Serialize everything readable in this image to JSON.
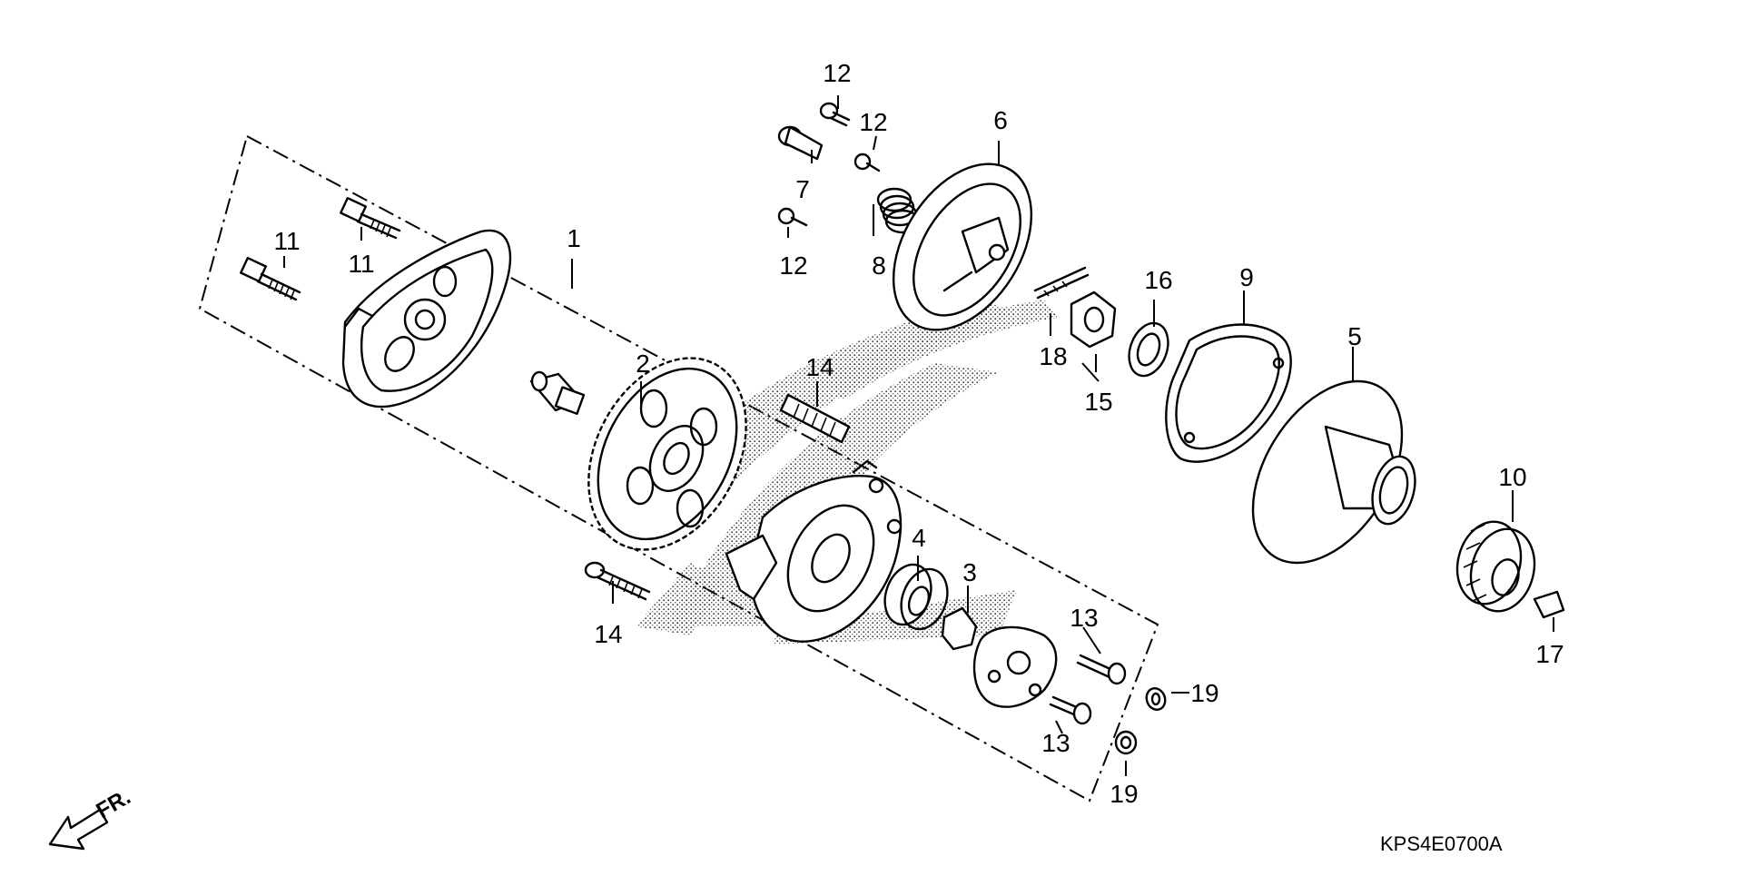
{
  "diagram": {
    "code": "KPS4E0700A",
    "direction_label": "FR.",
    "callouts": [
      {
        "id": "callout-1",
        "text": "1"
      },
      {
        "id": "callout-2",
        "text": "2"
      },
      {
        "id": "callout-3",
        "text": "3"
      },
      {
        "id": "callout-4",
        "text": "4"
      },
      {
        "id": "callout-5",
        "text": "5"
      },
      {
        "id": "callout-6",
        "text": "6"
      },
      {
        "id": "callout-7",
        "text": "7"
      },
      {
        "id": "callout-8",
        "text": "8"
      },
      {
        "id": "callout-9",
        "text": "9"
      },
      {
        "id": "callout-10",
        "text": "10"
      },
      {
        "id": "callout-11a",
        "text": "11"
      },
      {
        "id": "callout-11b",
        "text": "11"
      },
      {
        "id": "callout-12a",
        "text": "12"
      },
      {
        "id": "callout-12b",
        "text": "12"
      },
      {
        "id": "callout-12c",
        "text": "12"
      },
      {
        "id": "callout-13a",
        "text": "13"
      },
      {
        "id": "callout-13b",
        "text": "13"
      },
      {
        "id": "callout-14a",
        "text": "14"
      },
      {
        "id": "callout-14b",
        "text": "14"
      },
      {
        "id": "callout-15",
        "text": "15"
      },
      {
        "id": "callout-16",
        "text": "16"
      },
      {
        "id": "callout-17",
        "text": "17"
      },
      {
        "id": "callout-18",
        "text": "18"
      },
      {
        "id": "callout-19a",
        "text": "19"
      },
      {
        "id": "callout-19b",
        "text": "19"
      }
    ]
  }
}
